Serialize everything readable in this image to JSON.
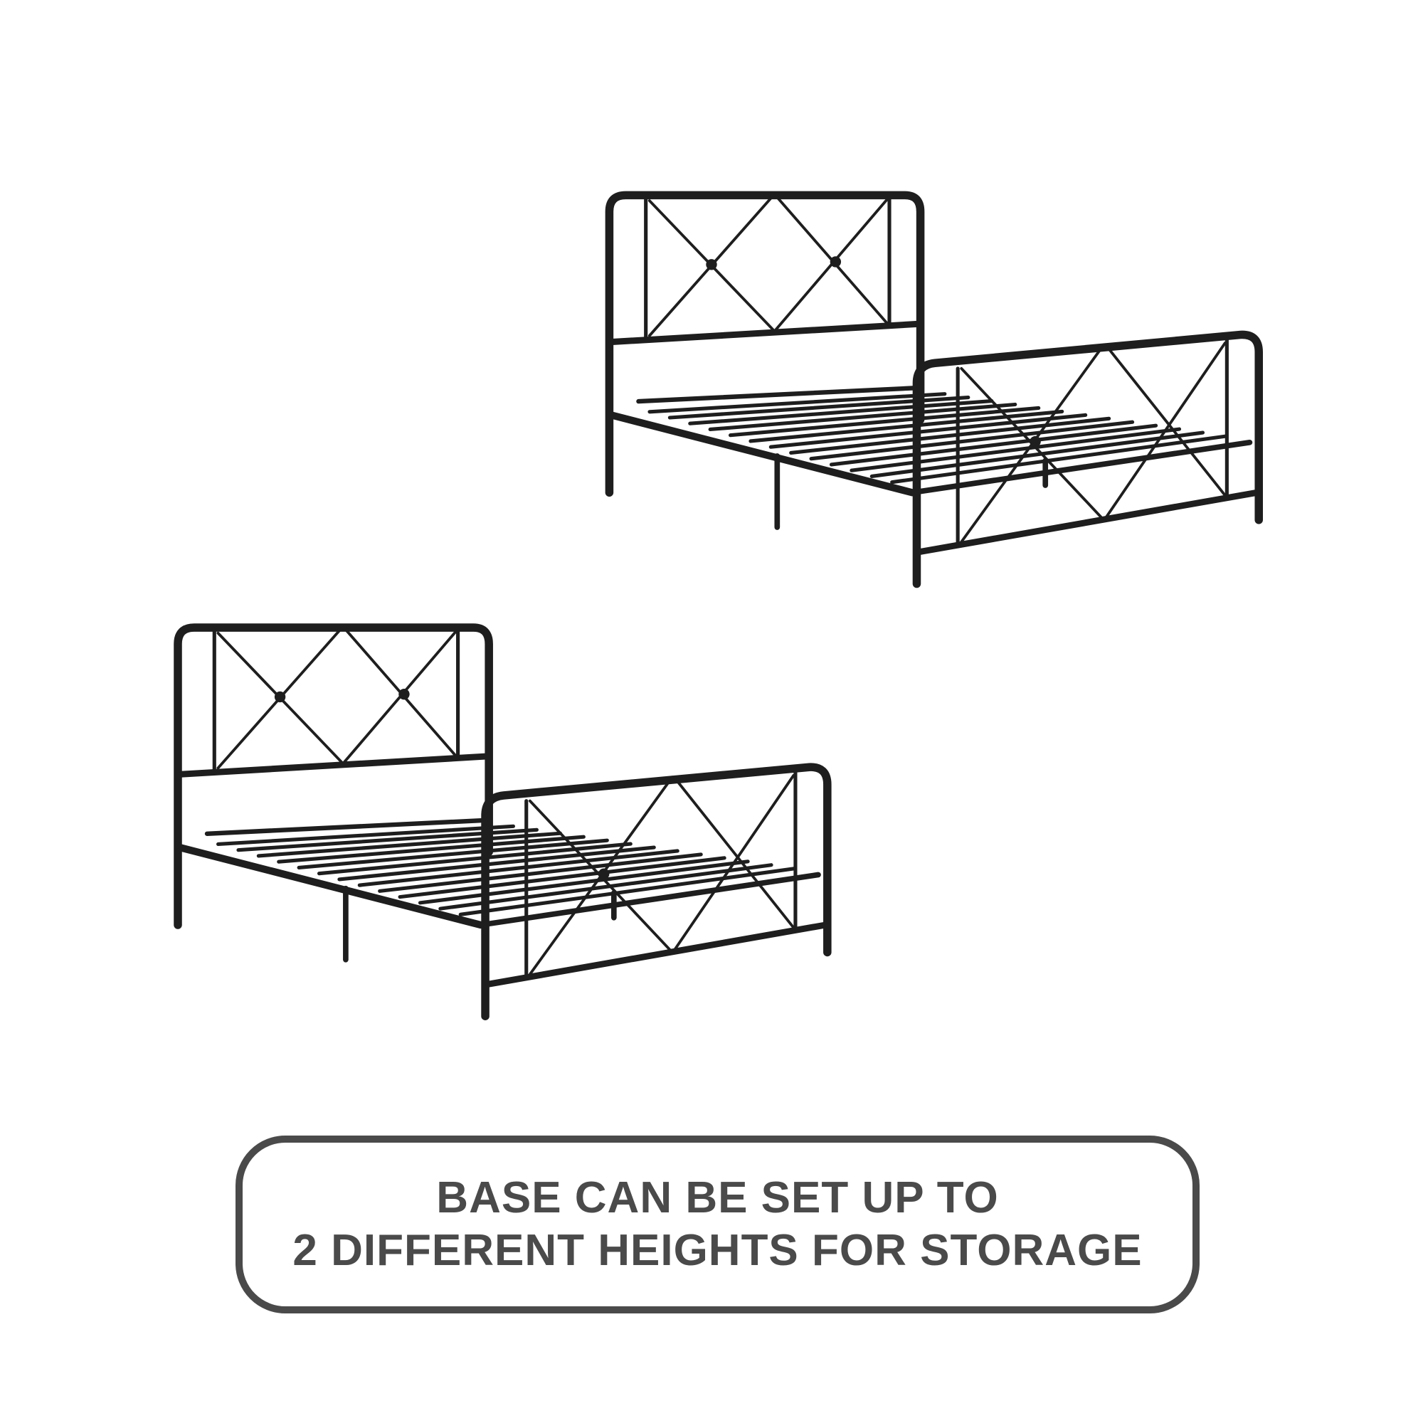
{
  "images": {
    "bed_high": "metal-bed-frame-high-setting",
    "bed_low": "metal-bed-frame-low-setting"
  },
  "caption": {
    "line1": "BASE CAN BE SET UP TO",
    "line2": "2 DIFFERENT HEIGHTS FOR STORAGE"
  },
  "colors": {
    "frame": "#1e1e1e",
    "text": "#4a4a4a"
  }
}
